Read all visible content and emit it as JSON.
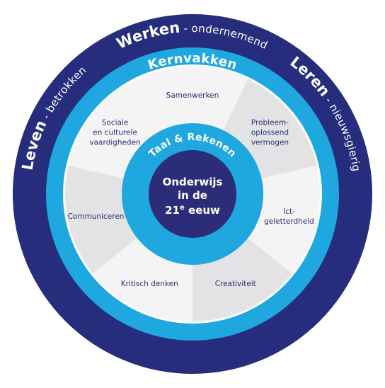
{
  "outer_ring": {
    "werken": {
      "word": "Werken",
      "tail": " - ondernemend"
    },
    "leren": {
      "word": "Leren",
      "tail": " - nieuwsgierig"
    },
    "leven": {
      "word": "Leven",
      "tail": " - betrokken"
    }
  },
  "middle_ring": {
    "label": "Kernvakken"
  },
  "inner_ring": {
    "label": "Taal & Rekenen"
  },
  "segments": [
    {
      "lines": [
        "Samenwerken"
      ]
    },
    {
      "lines": [
        "Probleem-",
        "oplossend",
        "vermogen"
      ]
    },
    {
      "lines": [
        "Ict-",
        "geletterdheid"
      ]
    },
    {
      "lines": [
        "Creativiteit"
      ]
    },
    {
      "lines": [
        "Kritisch denken"
      ]
    },
    {
      "lines": [
        "Communiceren"
      ]
    },
    {
      "lines": [
        "Sociale",
        "en culturele",
        "vaardigheden"
      ]
    }
  ],
  "center": {
    "line1": "Onderwijs",
    "line2": "in de",
    "line3_num": "21",
    "line3_sup": "e",
    "line3_rest": " eeuw"
  },
  "colors": {
    "outer": "#262d7c",
    "middle": "#1fa7e0",
    "inner": "#4fb9ea",
    "core": "#2b2d79",
    "segment_light": "#f4f4f5",
    "segment_dark": "#e3e3e5",
    "segment_text": "#2b2f73"
  }
}
